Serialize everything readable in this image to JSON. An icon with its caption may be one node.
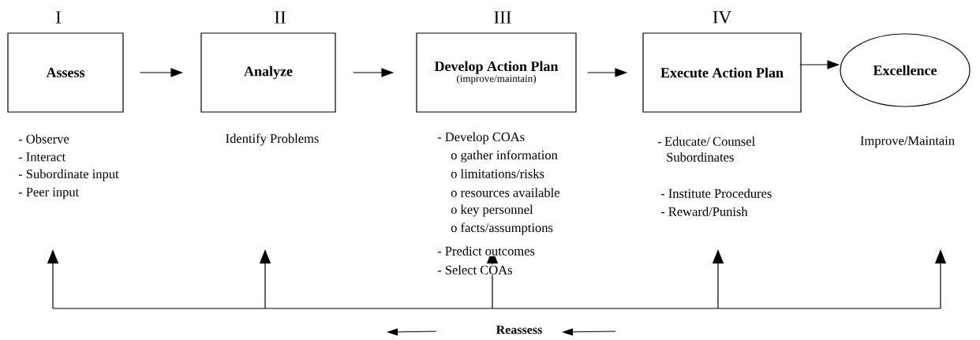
{
  "diagram": {
    "nodes": [
      {
        "text": [
          "Assess"
        ],
        "beside": [
          "I",
          "- Observe",
          "- Interact",
          "- Subordinate input",
          "- Peer input"
        ]
      },
      {
        "text": [
          "Analyze"
        ],
        "beside": [
          "II",
          "Identify Problems"
        ]
      },
      {
        "text": [
          "Develop Action Plan",
          "(improve/maintain)"
        ],
        "beside": [
          "III",
          "- Develop COAs",
          "o gather information",
          "o limitations/risks",
          "o resources available",
          "o key personnel",
          "o facts/assumptions",
          "- Predict outcomes",
          "- Select COAs"
        ]
      },
      {
        "text": [
          "Execute Action Plan"
        ],
        "beside": [
          "IV",
          "- Educate/ Counsel Subordinates",
          "- Institute Procedures",
          "- Reward/Punish"
        ]
      },
      {
        "text": [
          "Excellence"
        ],
        "beside": [
          "Improve/Maintain"
        ]
      }
    ],
    "edges": [
      {
        "from": 0,
        "to": 1,
        "arrow": "to"
      },
      {
        "from": 1,
        "to": 2,
        "arrow": "to"
      },
      {
        "from": 2,
        "to": 3,
        "arrow": "to"
      },
      {
        "from": 3,
        "to": 4,
        "arrow": "to"
      }
    ],
    "labels": [
      "Reassess"
    ]
  }
}
